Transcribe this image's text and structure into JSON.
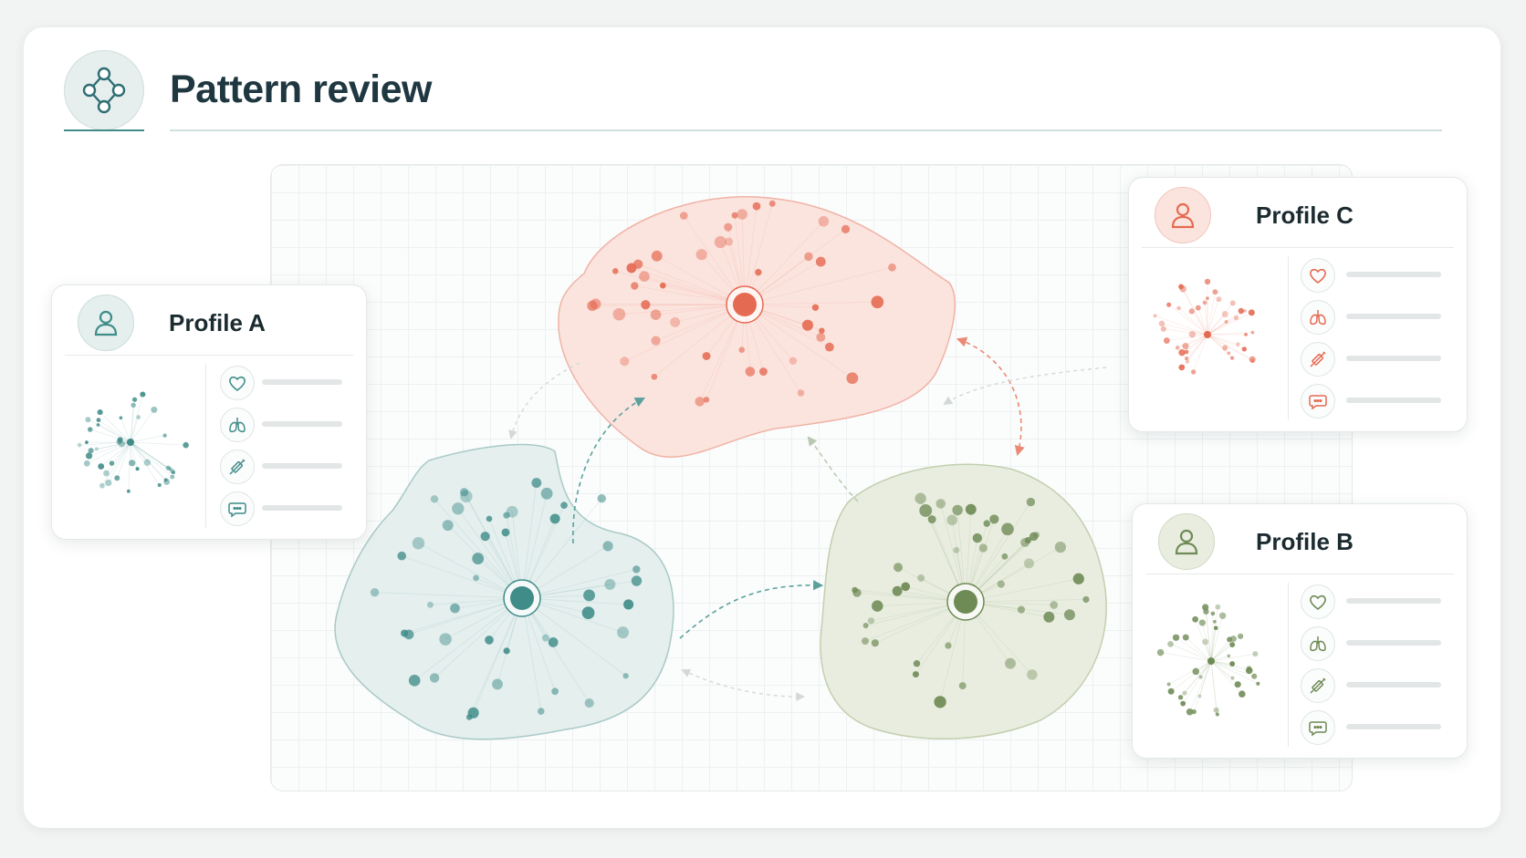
{
  "app": {
    "title": "Pattern review",
    "logo_icon": "network-graph-icon"
  },
  "colors": {
    "teal": "#3f8c88",
    "coral": "#e56a52",
    "olive": "#6e8a55",
    "title": "#1f3740"
  },
  "clusters": [
    {
      "id": "profile-a-cluster",
      "color": "teal",
      "fill": "#e4efee",
      "stroke": "#a9cac7"
    },
    {
      "id": "profile-c-cluster",
      "color": "coral",
      "fill": "#fbe4de",
      "stroke": "#f0b3a6"
    },
    {
      "id": "profile-b-cluster",
      "color": "olive",
      "fill": "#e9ede0",
      "stroke": "#c2cfae"
    }
  ],
  "profiles": [
    {
      "id": "profile-a",
      "title": "Profile A",
      "color": "teal",
      "avatar_icon": "user-icon",
      "metrics": [
        {
          "icon": "heart-icon"
        },
        {
          "icon": "lungs-icon"
        },
        {
          "icon": "syringe-icon"
        },
        {
          "icon": "chat-bubble-icon"
        }
      ]
    },
    {
      "id": "profile-c",
      "title": "Profile C",
      "color": "coral",
      "avatar_icon": "user-icon",
      "metrics": [
        {
          "icon": "heart-icon"
        },
        {
          "icon": "lungs-icon"
        },
        {
          "icon": "syringe-icon"
        },
        {
          "icon": "chat-bubble-icon"
        }
      ]
    },
    {
      "id": "profile-b",
      "title": "Profile B",
      "color": "olive",
      "avatar_icon": "user-icon",
      "metrics": [
        {
          "icon": "heart-icon"
        },
        {
          "icon": "lungs-icon"
        },
        {
          "icon": "syringe-icon"
        },
        {
          "icon": "chat-bubble-icon"
        }
      ]
    }
  ]
}
